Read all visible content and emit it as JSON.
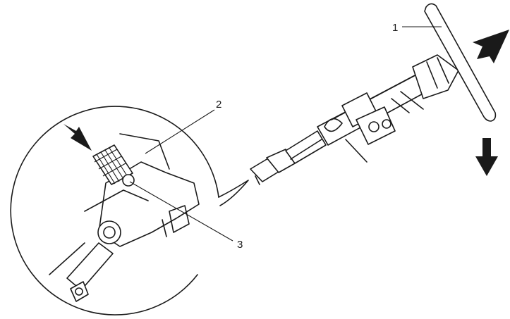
{
  "diagram": {
    "callouts": [
      {
        "id": "1",
        "label": "1"
      },
      {
        "id": "2",
        "label": "2"
      },
      {
        "id": "3",
        "label": "3"
      }
    ],
    "colors": {
      "line": "#1a1a1a",
      "background": "#ffffff"
    }
  }
}
